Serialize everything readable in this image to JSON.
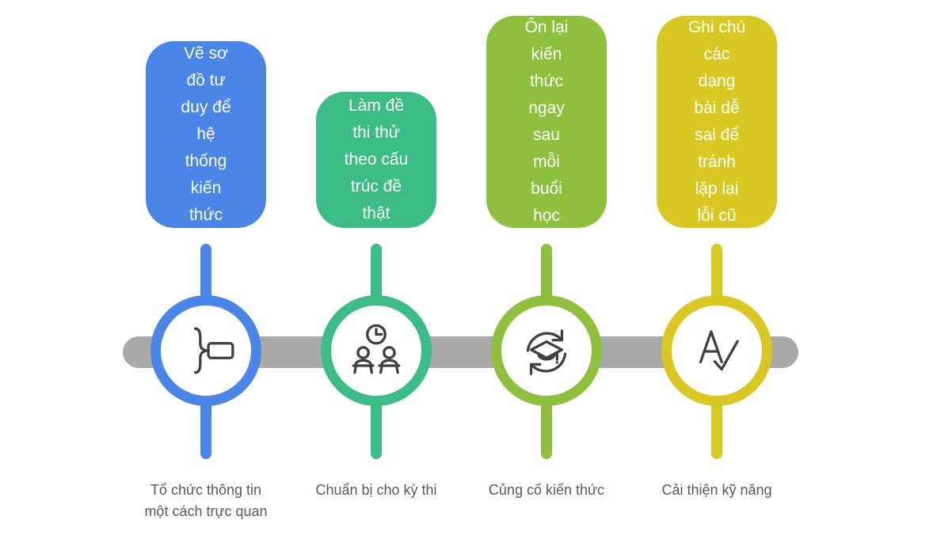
{
  "colors": {
    "bar": "#a9a9a9",
    "box_text": "#ffffff",
    "caption_text": "#595959",
    "icon_stroke": "#3f3f3f",
    "background": "#ffffff"
  },
  "steps": [
    {
      "color": "#4a86e8",
      "box_text": "Vẽ sơ\nđồ tư\nduy để\nhệ\nthống\nkiến\nthức",
      "caption": "Tổ chức thông tin\nmột cách trực quan",
      "icon": "mind-map-icon"
    },
    {
      "color": "#3cbd87",
      "box_text": "Làm đề\nthi thử\ntheo cấu\ntrúc đề\nthật",
      "caption": "Chuẩn bị cho kỳ thi",
      "icon": "exam-desks-clock-icon"
    },
    {
      "color": "#8ec03d",
      "box_text": "Ôn lại\nkiến\nthức\nngay\nsau\nmỗi\nbuổi\nhọc",
      "caption": "Củng cố kiến thức",
      "icon": "graduation-refresh-icon"
    },
    {
      "color": "#d9c821",
      "box_text": "Ghi chú\ncác\ndạng\nbài dễ\nsai để\ntránh\nlặp lại\nlỗi cũ",
      "caption": "Cải thiện kỹ năng",
      "icon": "spellcheck-icon"
    }
  ]
}
